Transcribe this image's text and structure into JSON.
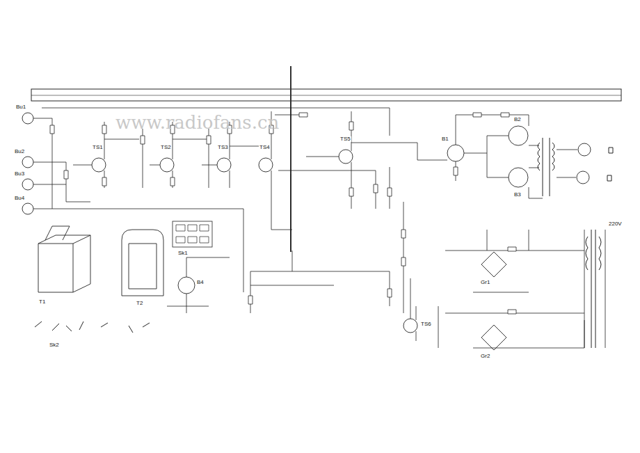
{
  "diagram": {
    "labels": [
      "www.radiofans.cn",
      "Bu1",
      "Bu2",
      "Bu3",
      "Bu4",
      "TS1",
      "TS2",
      "TS3",
      "TS4",
      "TS5",
      "TS6",
      "B1",
      "B2",
      "B3",
      "B4",
      "T1",
      "T2",
      "Gr1",
      "Gr2",
      "220V",
      "Sk1",
      "Sk2"
    ]
  }
}
